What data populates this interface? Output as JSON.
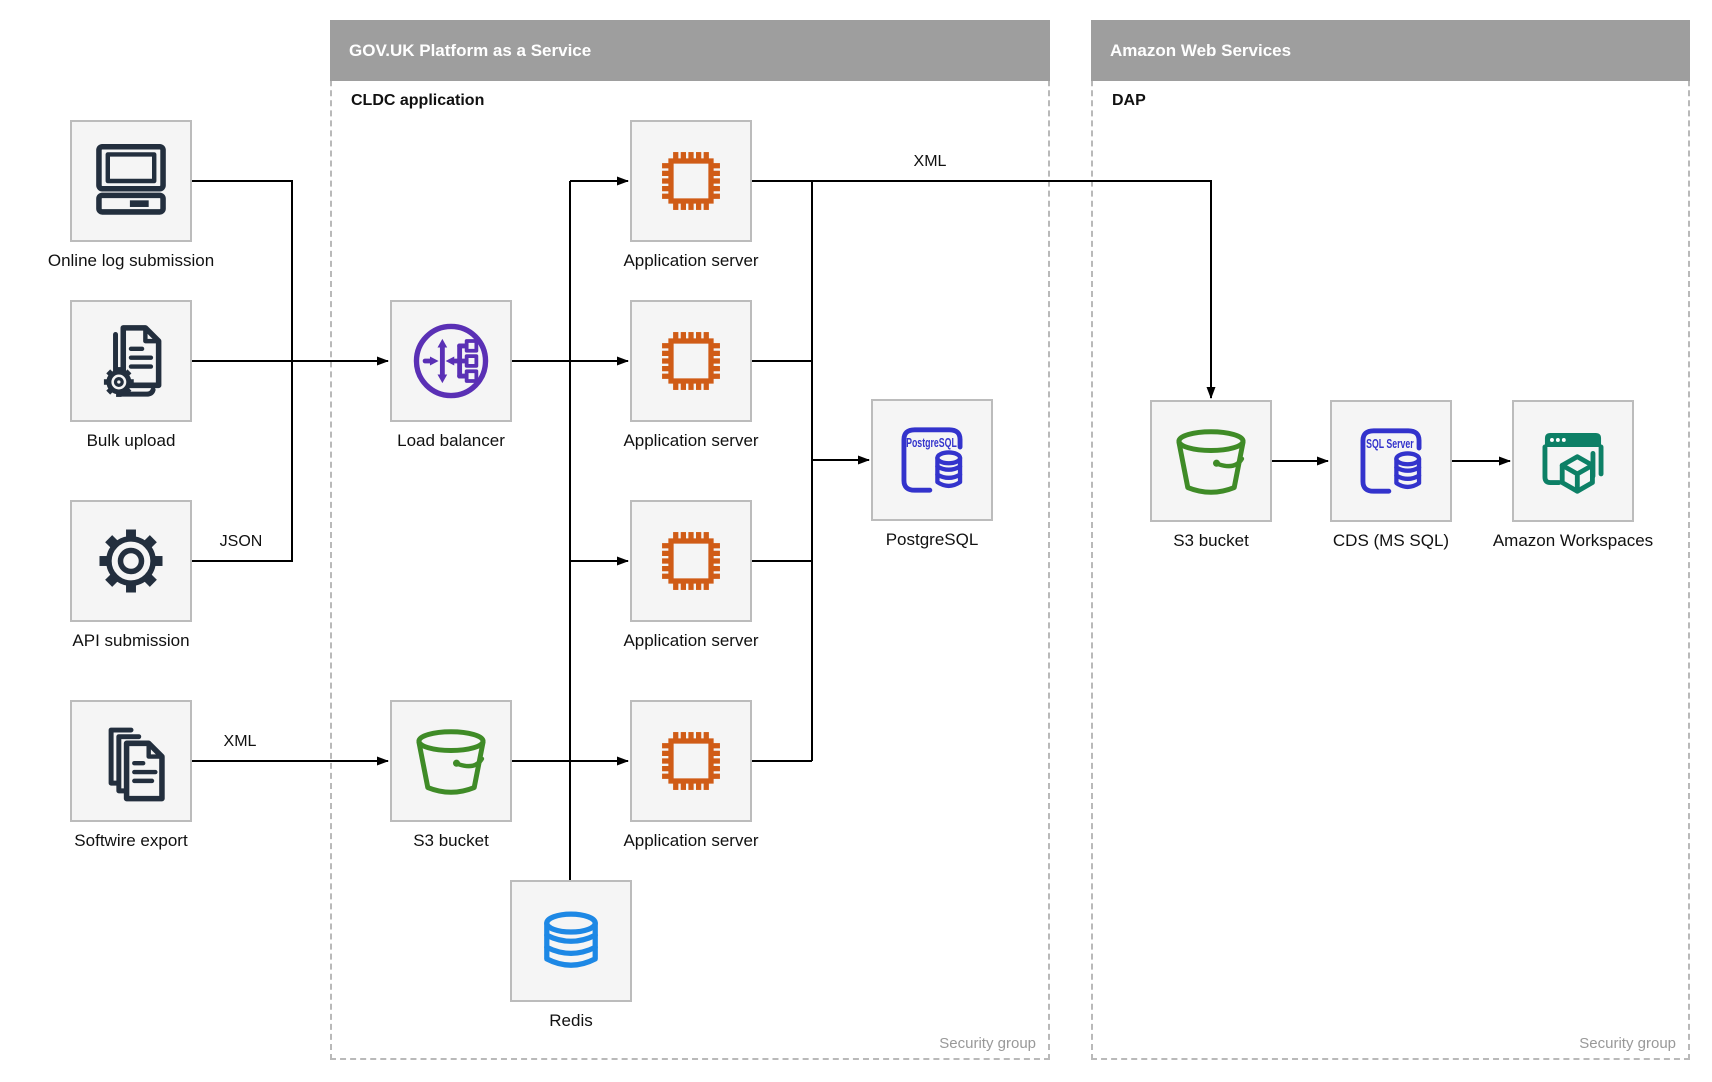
{
  "containers": {
    "paas": {
      "title": "GOV.UK Platform as a Service",
      "sublabel": "CLDC application",
      "footer": "Security group"
    },
    "aws": {
      "title": "Amazon Web Services",
      "sublabel": "DAP",
      "footer": "Security group"
    }
  },
  "nodes": {
    "online_log": {
      "label": "Online log submission",
      "icon": "desktop-computer-icon"
    },
    "bulk_upload": {
      "label": "Bulk upload",
      "icon": "document-gear-icon"
    },
    "api_submission": {
      "label": "API submission",
      "icon": "gear-icon"
    },
    "softwire_export": {
      "label": "Softwire export",
      "icon": "documents-stack-icon"
    },
    "load_balancer": {
      "label": "Load balancer",
      "icon": "elastic-load-balancer-icon"
    },
    "paas_s3": {
      "label": "S3 bucket",
      "icon": "s3-bucket-icon"
    },
    "app_server_1": {
      "label": "Application server",
      "icon": "cpu-chip-icon"
    },
    "app_server_2": {
      "label": "Application server",
      "icon": "cpu-chip-icon"
    },
    "app_server_3": {
      "label": "Application server",
      "icon": "cpu-chip-icon"
    },
    "app_server_4": {
      "label": "Application server",
      "icon": "cpu-chip-icon"
    },
    "postgresql": {
      "label": "PostgreSQL",
      "icon": "postgresql-database-icon",
      "icon_text": "PostgreSQL"
    },
    "redis": {
      "label": "Redis",
      "icon": "redis-database-icon"
    },
    "aws_s3": {
      "label": "S3 bucket",
      "icon": "s3-bucket-icon"
    },
    "cds": {
      "label": "CDS (MS SQL)",
      "icon": "sql-server-database-icon",
      "icon_text": "SQL Server"
    },
    "workspaces": {
      "label": "Amazon Workspaces",
      "icon": "amazon-workspaces-icon"
    }
  },
  "edge_labels": {
    "api_json": "JSON",
    "softwire_xml": "XML",
    "appserver_xml": "XML"
  },
  "colors": {
    "source_icon": "#232f3e",
    "compute_icon": "#d05c17",
    "network_icon": "#5a30b5",
    "storage_icon": "#3f8b27",
    "postgres_icon": "#3333cc",
    "sqlserver_icon": "#3333cc",
    "redis_icon": "#1d88e5",
    "workspaces_icon": "#0d8066",
    "container_header_bg": "#9e9e9e",
    "node_fill": "#f5f5f5",
    "node_border": "#bcbcbc",
    "connector": "#000000",
    "muted_text": "#999999"
  }
}
